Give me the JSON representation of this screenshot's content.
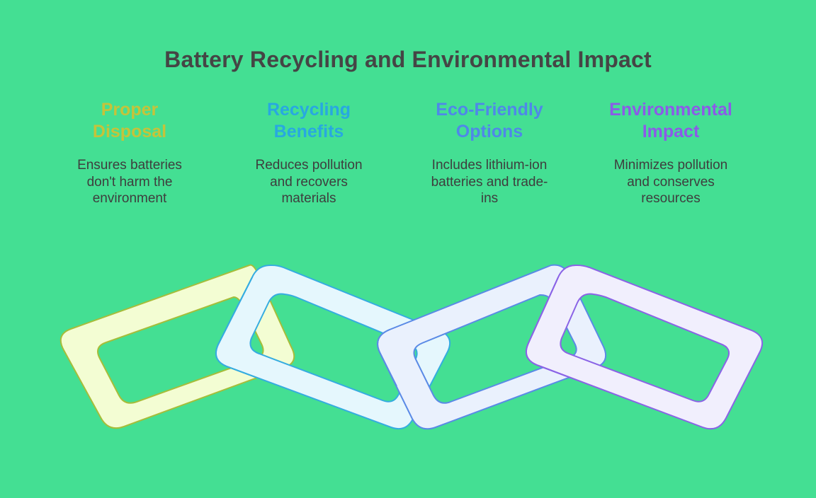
{
  "title": "Battery Recycling and Environmental Impact",
  "items": [
    {
      "heading_line1": "Proper",
      "heading_line2": "Disposal",
      "desc_line1": "Ensures batteries",
      "desc_line2": "don't harm the",
      "desc_line3": "environment",
      "color": "#c5c33a",
      "fill": "#f3fdd3",
      "stroke": "#a6bd3a"
    },
    {
      "heading_line1": "Recycling",
      "heading_line2": "Benefits",
      "desc_line1": "Reduces pollution",
      "desc_line2": "and recovers",
      "desc_line3": "materials",
      "color": "#28a8e0",
      "fill": "#e5f7fd",
      "stroke": "#35ace0"
    },
    {
      "heading_line1": "Eco-Friendly",
      "heading_line2": "Options",
      "desc_line1": "Includes lithium-ion",
      "desc_line2": "batteries and trade-",
      "desc_line3": "ins",
      "color": "#4f88e8",
      "fill": "#eaf1fd",
      "stroke": "#5a8ae6"
    },
    {
      "heading_line1": "Environmental",
      "heading_line2": "Impact",
      "desc_line1": "Minimizes pollution",
      "desc_line2": "and conserves",
      "desc_line3": "resources",
      "color": "#8c5ae8",
      "fill": "#f1effd",
      "stroke": "#8a63e6"
    }
  ]
}
